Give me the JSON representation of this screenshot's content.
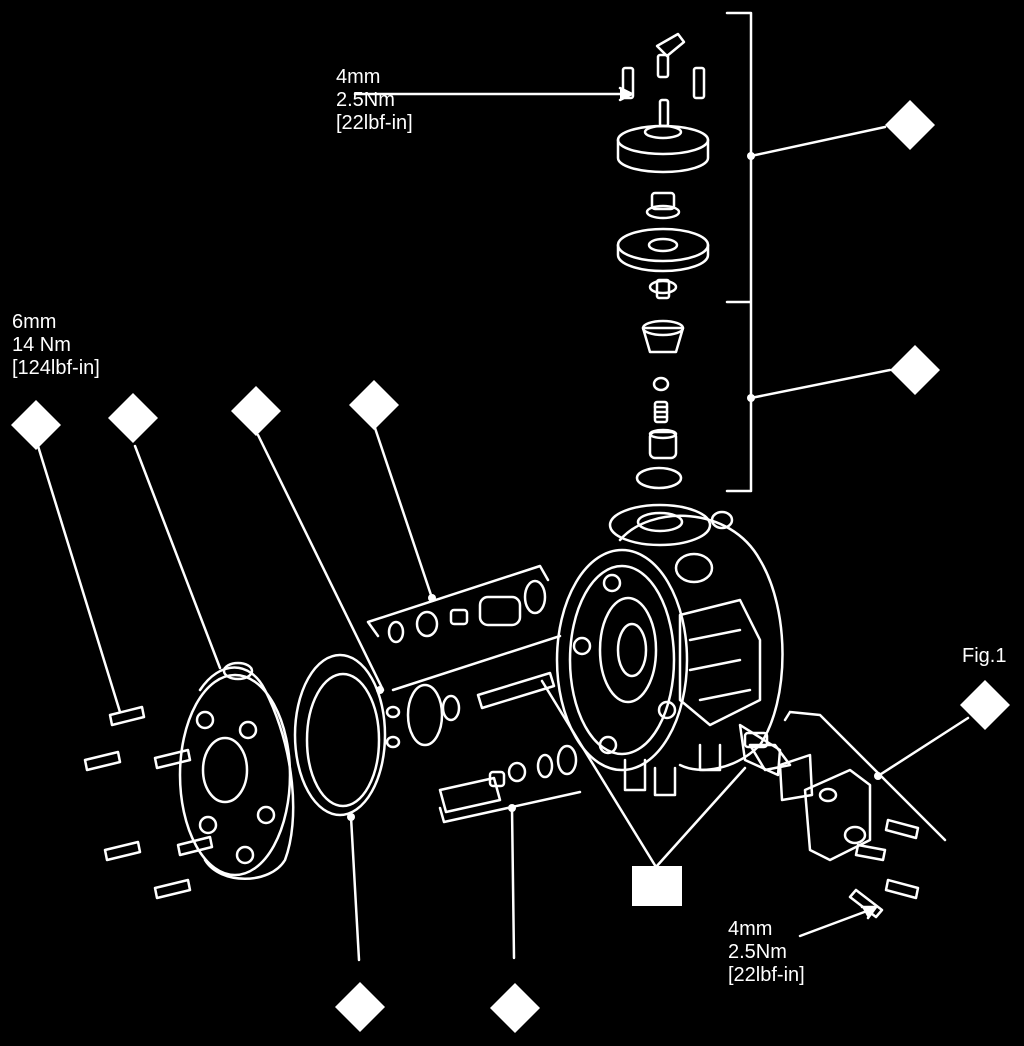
{
  "figure_label": "Fig.1",
  "torque_top": {
    "size": "4mm",
    "torque": "2.5Nm",
    "imperial": "[22lbf-in]"
  },
  "torque_left": {
    "size": "6mm",
    "torque": "14 Nm",
    "imperial": "[124lbf-in]"
  },
  "torque_bottom": {
    "size": "4mm",
    "torque": "2.5Nm",
    "imperial": "[22lbf-in]"
  },
  "colors": {
    "background": "#000000",
    "line": "#ffffff",
    "marker": "#ffffff"
  }
}
